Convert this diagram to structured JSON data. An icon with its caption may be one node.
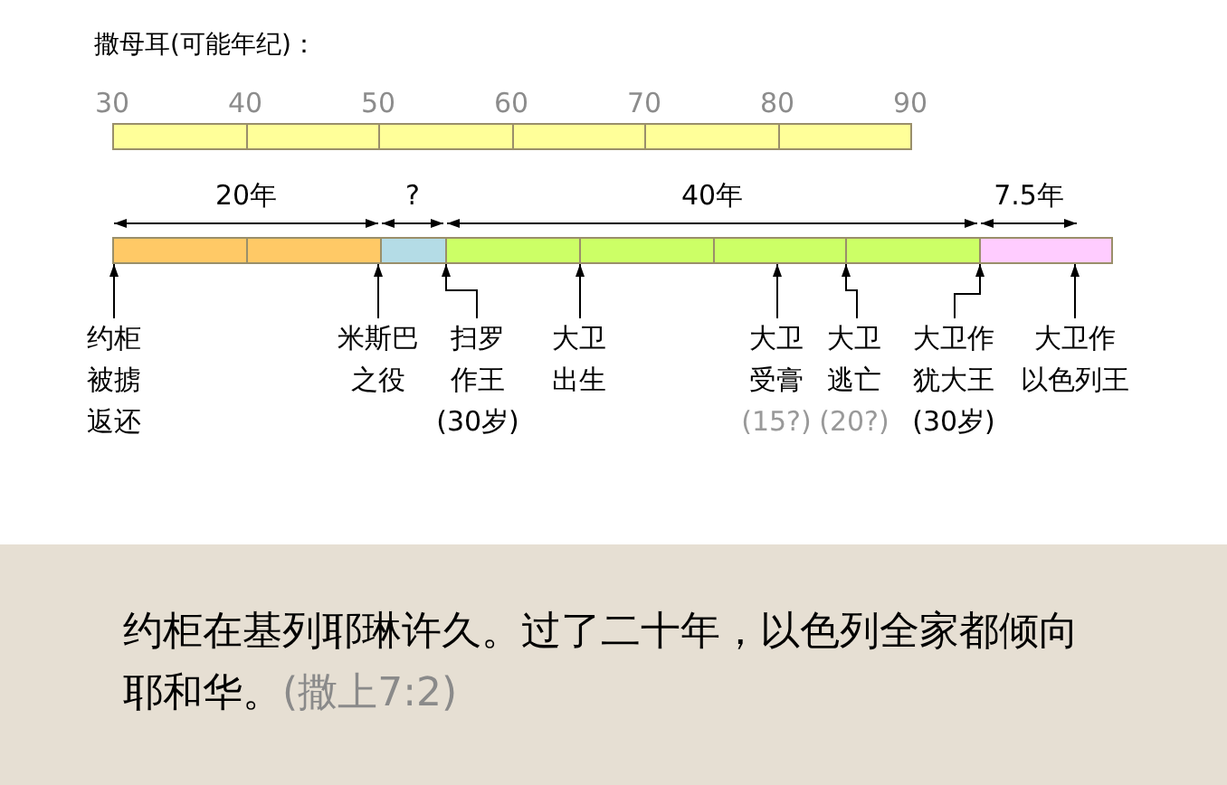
{
  "diagram": {
    "nodes": [
      {
        "text": [],
        "shape": "bar"
      },
      {
        "text": [
          "约柜被掳返还"
        ]
      },
      {
        "text": [
          "米斯巴之役"
        ]
      },
      {
        "text": [
          "扫罗作王",
          "(30岁)"
        ]
      },
      {
        "text": [
          "大卫出生"
        ]
      },
      {
        "text": [
          "大卫受膏",
          "(15?)"
        ]
      },
      {
        "text": [
          "大卫逃亡",
          "(20?)"
        ]
      },
      {
        "text": [
          "大卫作犹大王",
          "(30岁)"
        ]
      },
      {
        "text": [
          "大卫作以色列王"
        ]
      }
    ],
    "edges": [
      {
        "from": 1,
        "to": 0,
        "arrow": "to"
      },
      {
        "from": 2,
        "to": 0,
        "arrow": "to"
      },
      {
        "from": 3,
        "to": 0,
        "arrow": "to"
      },
      {
        "from": 4,
        "to": 0,
        "arrow": "to"
      },
      {
        "from": 5,
        "to": 0,
        "arrow": "to"
      },
      {
        "from": 6,
        "to": 0,
        "arrow": "to"
      },
      {
        "from": 7,
        "to": 0,
        "arrow": "to"
      },
      {
        "from": 8,
        "to": 0,
        "arrow": "to"
      }
    ],
    "labels": [
      "撒母耳(可能年纪)：",
      "30",
      "40",
      "50",
      "60",
      "70",
      "80",
      "90",
      "20年",
      "?",
      "40年",
      "7.5年",
      "约柜在基列耶琳许久。过了二十年，以色列全家都倾向耶和华。",
      "(撒上7:2)"
    ]
  }
}
